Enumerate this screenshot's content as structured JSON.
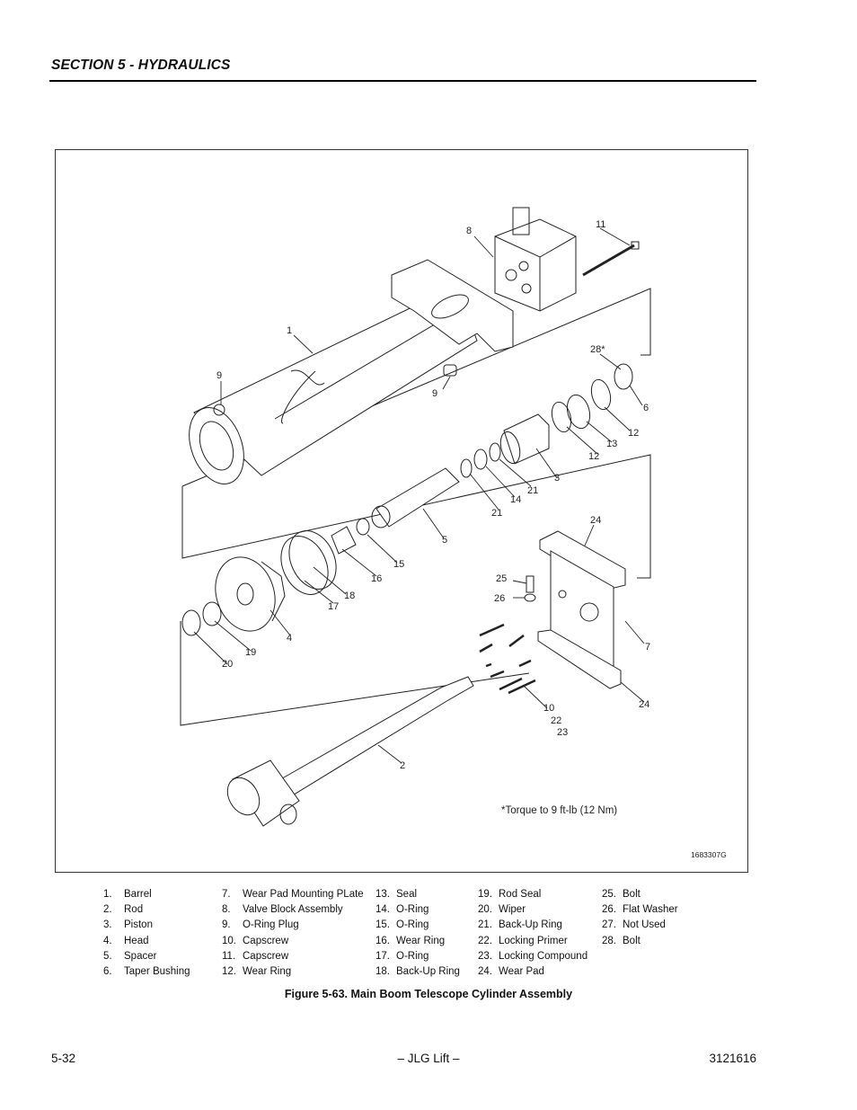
{
  "header": {
    "section": "SECTION 5 - HYDRAULICS"
  },
  "figure": {
    "note": "*Torque to 9 ft-lb (12 Nm)",
    "drawing_number": "1683307G",
    "callouts": [
      "1",
      "2",
      "3",
      "4",
      "5",
      "6",
      "7",
      "8",
      "9",
      "9",
      "10",
      "11",
      "12",
      "12",
      "13",
      "14",
      "15",
      "16",
      "17",
      "18",
      "19",
      "20",
      "21",
      "21",
      "22",
      "23",
      "24",
      "24",
      "25",
      "26",
      "28*"
    ]
  },
  "legend": {
    "col1": [
      {
        "num": "1.",
        "label": "Barrel"
      },
      {
        "num": "2.",
        "label": "Rod"
      },
      {
        "num": "3.",
        "label": "Piston"
      },
      {
        "num": "4.",
        "label": "Head"
      },
      {
        "num": "5.",
        "label": "Spacer"
      },
      {
        "num": "6.",
        "label": "Taper Bushing"
      }
    ],
    "col2": [
      {
        "num": "7.",
        "label": "Wear Pad Mounting PLate"
      },
      {
        "num": "8.",
        "label": "Valve Block Assembly"
      },
      {
        "num": "9.",
        "label": "O-Ring Plug"
      },
      {
        "num": "10.",
        "label": "Capscrew"
      },
      {
        "num": "11.",
        "label": "Capscrew"
      },
      {
        "num": "12.",
        "label": "Wear Ring"
      }
    ],
    "col3": [
      {
        "num": "13.",
        "label": "Seal"
      },
      {
        "num": "14.",
        "label": "O-Ring"
      },
      {
        "num": "15.",
        "label": "O-Ring"
      },
      {
        "num": "16.",
        "label": "Wear Ring"
      },
      {
        "num": "17.",
        "label": "O-Ring"
      },
      {
        "num": "18.",
        "label": "Back-Up Ring"
      }
    ],
    "col4": [
      {
        "num": "19.",
        "label": "Rod Seal"
      },
      {
        "num": "20.",
        "label": "Wiper"
      },
      {
        "num": "21.",
        "label": "Back-Up Ring"
      },
      {
        "num": "22.",
        "label": "Locking Primer"
      },
      {
        "num": "23.",
        "label": "Locking Compound"
      },
      {
        "num": "24.",
        "label": "Wear Pad"
      }
    ],
    "col5": [
      {
        "num": "25.",
        "label": "Bolt"
      },
      {
        "num": "26.",
        "label": "Flat Washer"
      },
      {
        "num": "27.",
        "label": "Not Used"
      },
      {
        "num": "28.",
        "label": "Bolt"
      }
    ]
  },
  "caption": "Figure 5-63.  Main Boom Telescope Cylinder Assembly",
  "footer": {
    "page": "5-32",
    "center": "– JLG Lift –",
    "doc": "3121616"
  }
}
